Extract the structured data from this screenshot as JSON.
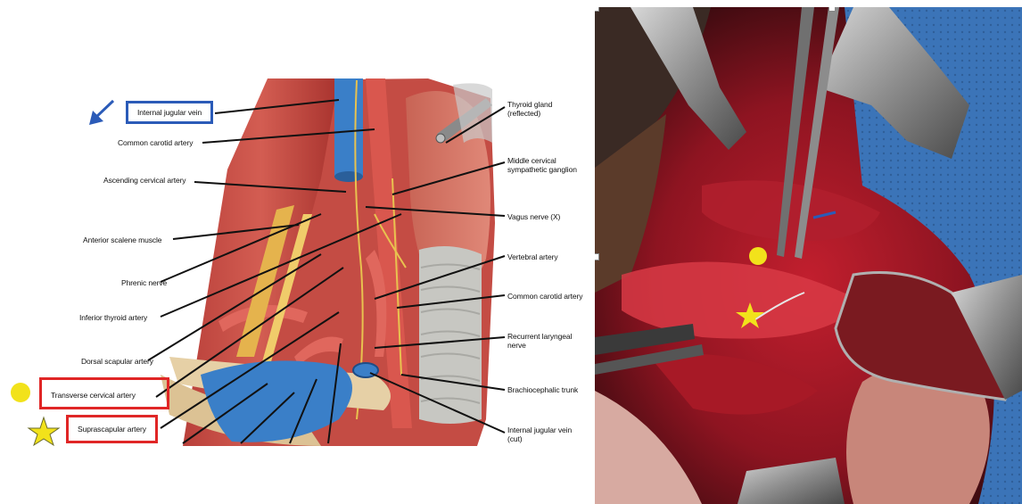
{
  "diagram": {
    "labels_left": {
      "internal_jugular_vein": "Internal jugular vein",
      "common_carotid_artery": "Common carotid artery",
      "ascending_cervical_artery": "Ascending cervical artery",
      "anterior_scalene_muscle": "Anterior scalene muscle",
      "phrenic_nerve": "Phrenic nerve",
      "inferior_thyroid_artery": "Inferior thyroid artery",
      "dorsal_scapular_artery": "Dorsal scapular artery",
      "transverse_cervical_artery": "Transverse cervical artery",
      "suprascapular_artery": "Suprascapular artery"
    },
    "labels_right": {
      "thyroid_gland": "Thyroid gland\n(reflected)",
      "middle_cervical_ganglion": "Middle cervical\nsympathetic ganglion",
      "vagus_nerve": "Vagus nerve (X)",
      "vertebral_artery": "Vertebral artery",
      "common_carotid_artery": "Common carotid artery",
      "recurrent_laryngeal_nerve": "Recurrent laryngeal\nnerve",
      "brachiocephalic_trunk": "Brachiocephalic trunk",
      "internal_jugular_vein_cut": "Internal jugular vein\n(cut)"
    },
    "markers": {
      "arrow_color": "#2b5bb8",
      "circle_color": "#f2e21b",
      "star_color": "#f2e21b"
    },
    "box_colors": {
      "blue": "#2b5bb8",
      "red": "#e02626"
    }
  }
}
